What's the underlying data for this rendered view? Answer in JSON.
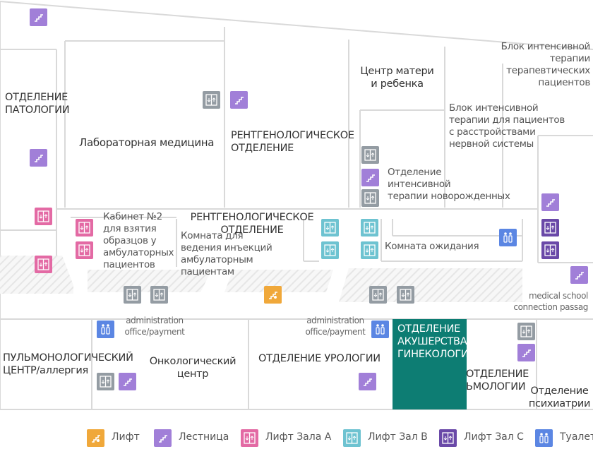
{
  "rooms": {
    "pathology": "ОТДЕЛЕНИЕ\nПАТОЛОГИИ",
    "lab": "Лабораторная медицина",
    "radiology_top": "РЕНТГЕНОЛОГИЧЕСКОЕ\nОТДЕЛЕНИЕ",
    "mother_child": "Центр матери\nи ребенка",
    "icu_therapy": "Блок интенсивной\nтерапии\nтерапевтических\nпациентов",
    "icu_neuro": "Блок интенсивной\nтерапии для пациентов\nс расстройствами\nнервной системы",
    "nicu": "Отделение\nинтенсивной\nтерапии новорожденных",
    "sampling": "Кабинет №2\nдля взятия\nобразцов у\nамбулаторных\nпациентов",
    "radiology_mid": "РЕНТГЕНОЛОГИЧЕСКОЕ\nОТДЕЛЕНИЕ",
    "injection": "Комната для\nведения инъекций\nамбулаторным\nпациентам",
    "waiting": "Комната ожидания",
    "medschool": "medical school\nconnection passag",
    "admin_left": "administration\noffice/payment",
    "admin_right": "administration\noffice/payment",
    "pulmo_allergy": "ПУЛЬМОНОЛОГИЧЕСКИЙ\nЦЕНТР/аллергия",
    "oncology": "Онкологический\nцентр",
    "urology": "ОТДЕЛЕНИЕ УРОЛОГИИ",
    "obgyn": "ОТДЕЛЕНИЕ\nАКУШЕРСТВА И\nГИНЕКОЛОГИИ",
    "pulmonology": "ОТДЕЛЕНИЕ\nЬМОЛОГИИ",
    "psychiatry": "Отделение\nпсихиатрии"
  },
  "legend": [
    {
      "label": "Лифт",
      "icon": "elevator-icon",
      "color": "#f0a83a"
    },
    {
      "label": "Лестница",
      "icon": "stairs-icon",
      "color": "#a17fd8"
    },
    {
      "label": "Лифт Зала А",
      "icon": "elevator-a-icon",
      "color": "#e36aa4"
    },
    {
      "label": "Лифт Зал В",
      "icon": "elevator-b-icon",
      "color": "#6ec3d1"
    },
    {
      "label": "Лифт Зал С",
      "icon": "elevator-c-icon",
      "color": "#6a49a8"
    },
    {
      "label": "Туалет",
      "icon": "restroom-icon",
      "color": "#5b86e3"
    }
  ],
  "colors": {
    "highlight": "#0d7d73",
    "walls": "#d9d9d9"
  }
}
